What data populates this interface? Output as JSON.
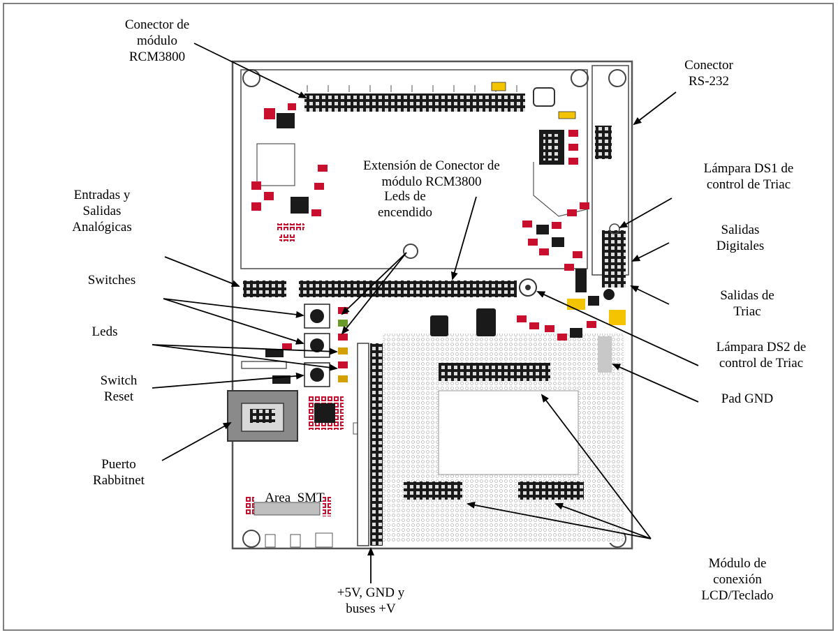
{
  "labels": {
    "rcm_connector": [
      "Conector de",
      "módulo",
      "RCM3800"
    ],
    "rs232": [
      "Conector",
      "RS-232"
    ],
    "extension": [
      "Extensión de Conector de",
      "módulo RCM3800"
    ],
    "lamp_ds1": [
      "Lámpara DS1 de",
      "control de Triac"
    ],
    "analog_io": [
      "Entradas y",
      "Salidas",
      "Analógicas"
    ],
    "power_leds": [
      "Leds de",
      "encendido"
    ],
    "digital_out": [
      "Salidas",
      "Digitales"
    ],
    "switches": [
      "Switches"
    ],
    "triac_out": [
      "Salidas de",
      "Triac"
    ],
    "leds": [
      "Leds"
    ],
    "lamp_ds2": [
      "Lámpara DS2 de",
      "control de Triac"
    ],
    "reset": [
      "Switch",
      "Reset"
    ],
    "pad_gnd": [
      "Pad GND"
    ],
    "rabbitnet": [
      "Puerto",
      "Rabbitnet"
    ],
    "smt_area": [
      "Area  SMT"
    ],
    "power_buses": [
      "+5V, GND y",
      "buses +V"
    ],
    "lcd_module": [
      "Módulo de",
      "conexión",
      "LCD/Teclado"
    ]
  },
  "colors": {
    "board_outline": "#555555",
    "silk": "#333333",
    "pad_red": "#c8102e",
    "pad_yellow": "#f5c400",
    "header_black": "#1a1a1a",
    "frame": "#7f7f7f"
  }
}
